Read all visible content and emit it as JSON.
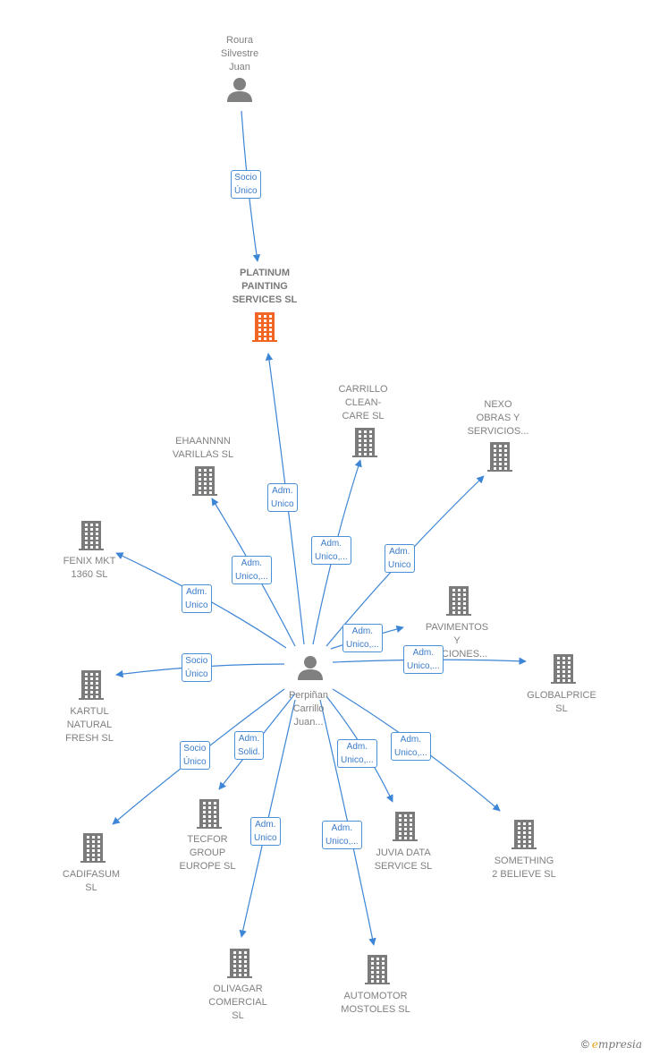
{
  "colors": {
    "edge": "#3d85d6",
    "company": "#7b7b7b",
    "main_company": "#f26522",
    "person": "#808080"
  },
  "nodes": [
    {
      "id": "roura",
      "type": "person",
      "label": "Roura\nSilvestre\nJuan"
    },
    {
      "id": "platinum",
      "type": "company_main",
      "label": "PLATINUM\nPAINTING\nSERVICES  SL"
    },
    {
      "id": "carrillo",
      "type": "company",
      "label": "CARRILLO\nCLEAN-\nCARE  SL"
    },
    {
      "id": "nexo",
      "type": "company",
      "label": "NEXO\nOBRAS Y\nSERVICIOS..."
    },
    {
      "id": "ehaannnn",
      "type": "company",
      "label": "EHAANNNN\nVARILLAS  SL"
    },
    {
      "id": "fenix",
      "type": "company",
      "label": "FENIX MKT\n1360  SL"
    },
    {
      "id": "pavimentos",
      "type": "company",
      "label": "PAVIMENTOS\nY\n...CCIONES..."
    },
    {
      "id": "globalprice",
      "type": "company",
      "label": "GLOBALPRICE\nSL"
    },
    {
      "id": "perpinan",
      "type": "person",
      "label": "Perpiñan\nCarrillo\nJuan..."
    },
    {
      "id": "kartul",
      "type": "company",
      "label": "KARTUL\nNATURAL\nFRESH  SL"
    },
    {
      "id": "cadifasum",
      "type": "company",
      "label": "CADIFASUM\nSL"
    },
    {
      "id": "tecfor",
      "type": "company",
      "label": "TECFOR\nGROUP\nEUROPE  SL"
    },
    {
      "id": "juvia",
      "type": "company",
      "label": "JUVIA DATA\nSERVICE  SL"
    },
    {
      "id": "something",
      "type": "company",
      "label": "SOMETHING\n2 BELIEVE  SL"
    },
    {
      "id": "olivagar",
      "type": "company",
      "label": "OLIVAGAR\nCOMERCIAL\nSL"
    },
    {
      "id": "automotor",
      "type": "company",
      "label": "AUTOMOTOR\nMOSTOLES  SL"
    }
  ],
  "edges": [
    {
      "from": "roura",
      "to": "platinum",
      "label": "Socio\nÚnico"
    },
    {
      "from": "perpinan",
      "to": "platinum",
      "label": "Adm.\nUnico"
    },
    {
      "from": "perpinan",
      "to": "carrillo",
      "label": "Adm.\nUnico,..."
    },
    {
      "from": "perpinan",
      "to": "nexo",
      "label": "Adm.\nUnico"
    },
    {
      "from": "perpinan",
      "to": "ehaannnn",
      "label": "Adm.\nUnico,..."
    },
    {
      "from": "perpinan",
      "to": "fenix",
      "label": "Adm.\nUnico"
    },
    {
      "from": "perpinan",
      "to": "pavimentos",
      "label": "Adm.\nUnico,..."
    },
    {
      "from": "perpinan",
      "to": "globalprice",
      "label": "Adm.\nUnico,..."
    },
    {
      "from": "perpinan",
      "to": "kartul",
      "label": "Socio\nÚnico"
    },
    {
      "from": "perpinan",
      "to": "cadifasum",
      "label": "Socio\nÚnico"
    },
    {
      "from": "perpinan",
      "to": "tecfor",
      "label": "Adm.\nSolid."
    },
    {
      "from": "perpinan",
      "to": "juvia",
      "label": "Adm.\nUnico,..."
    },
    {
      "from": "perpinan",
      "to": "something",
      "label": "Adm.\nUnico,..."
    },
    {
      "from": "perpinan",
      "to": "olivagar",
      "label": "Adm.\nUnico"
    },
    {
      "from": "perpinan",
      "to": "automotor",
      "label": "Adm.\nUnico,..."
    }
  ],
  "footer": {
    "copyright": "©",
    "brand_e": "e",
    "brand_rest": "mpresia"
  }
}
